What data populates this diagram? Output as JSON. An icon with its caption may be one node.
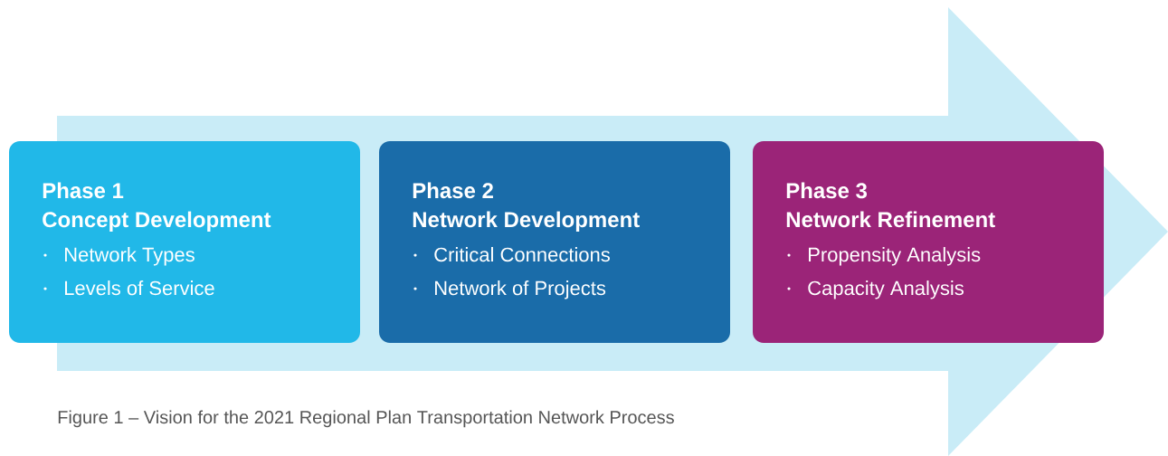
{
  "diagram": {
    "caption": "Figure 1 – Vision for the 2021 Regional Plan Transportation Network Process",
    "nodes": [
      {
        "text": [
          "Phase 1",
          "Concept Development",
          "Network Types",
          "Levels of Service"
        ]
      },
      {
        "text": [
          "Phase 2",
          "Network Development",
          "Critical Connections",
          "Network of Projects"
        ]
      },
      {
        "text": [
          "Phase 3",
          "Network Refinement",
          "Propensity Analysis",
          "Capacity Analysis"
        ]
      }
    ]
  }
}
